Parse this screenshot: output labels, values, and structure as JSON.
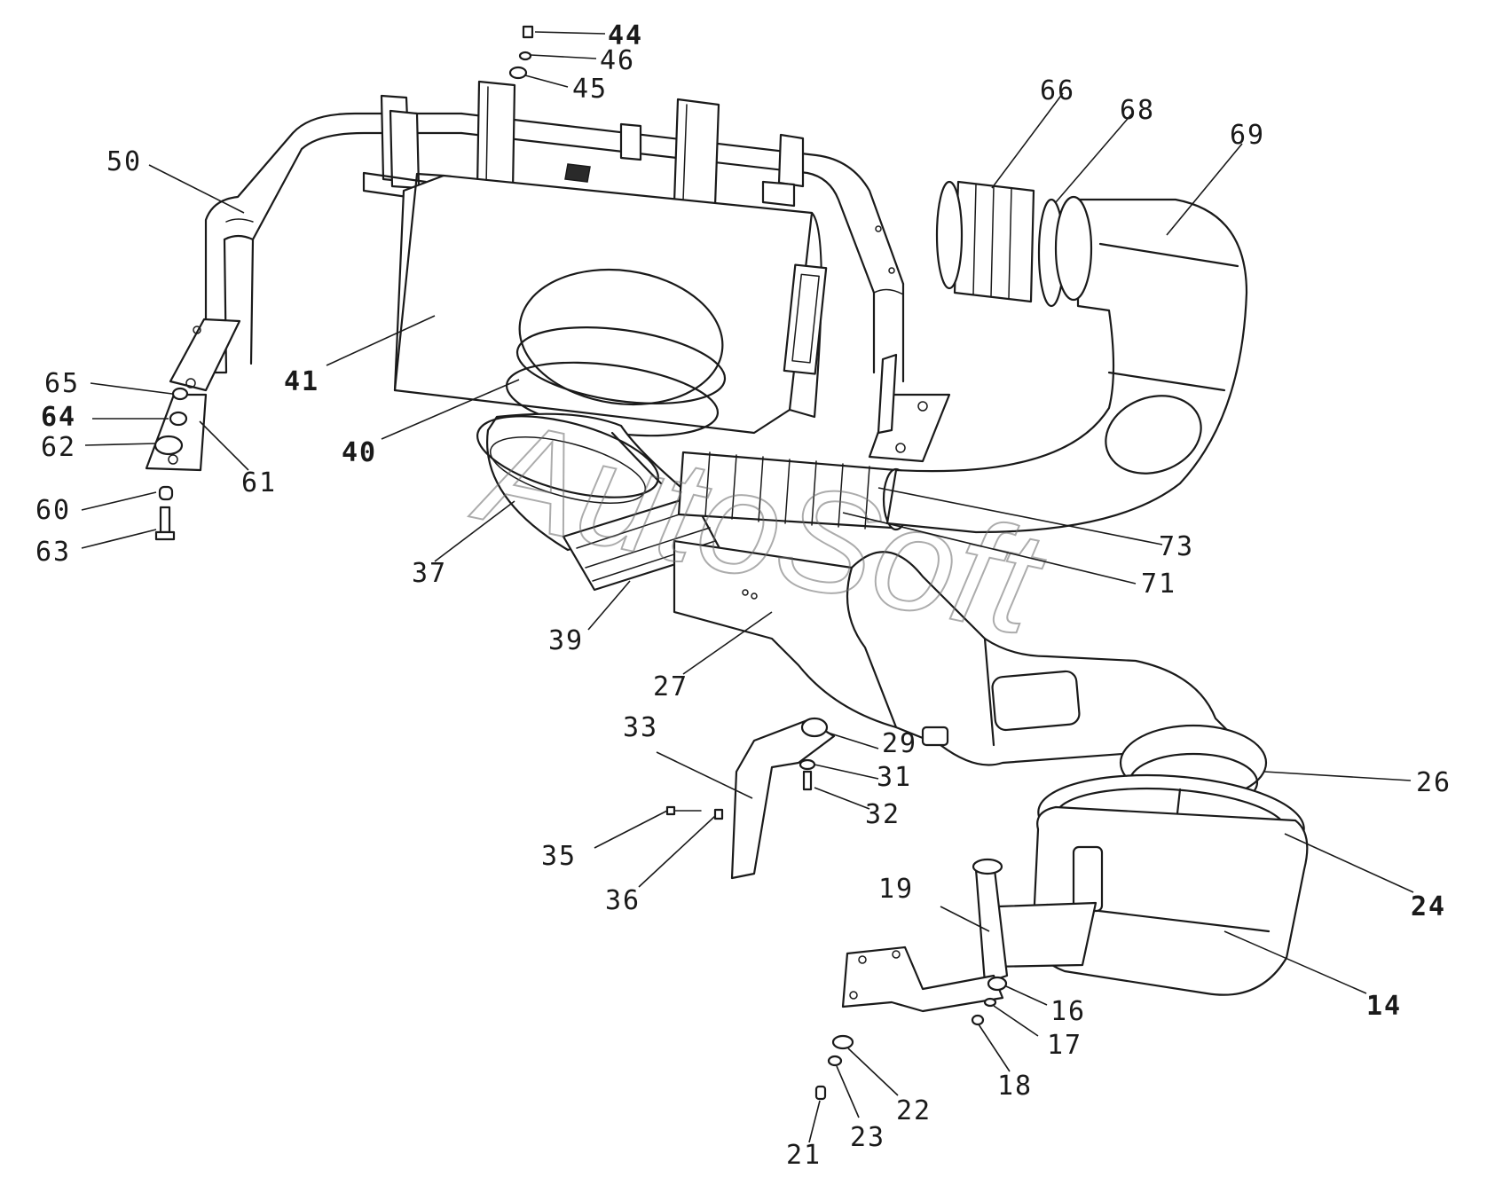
{
  "watermark": "AutoSoft",
  "callouts": [
    {
      "id": "44",
      "text": "44",
      "bold": true
    },
    {
      "id": "46",
      "text": "46"
    },
    {
      "id": "45",
      "text": "45"
    },
    {
      "id": "66",
      "text": "66"
    },
    {
      "id": "68",
      "text": "68"
    },
    {
      "id": "69",
      "text": "69"
    },
    {
      "id": "50",
      "text": "50"
    },
    {
      "id": "41",
      "text": "41",
      "bold": true
    },
    {
      "id": "65",
      "text": "65"
    },
    {
      "id": "64",
      "text": "64",
      "bold": true
    },
    {
      "id": "62",
      "text": "62"
    },
    {
      "id": "61",
      "text": "61"
    },
    {
      "id": "60",
      "text": "60"
    },
    {
      "id": "63",
      "text": "63"
    },
    {
      "id": "40",
      "text": "40",
      "bold": true
    },
    {
      "id": "37",
      "text": "37"
    },
    {
      "id": "73",
      "text": "73"
    },
    {
      "id": "71",
      "text": "71"
    },
    {
      "id": "39",
      "text": "39"
    },
    {
      "id": "27",
      "text": "27"
    },
    {
      "id": "33",
      "text": "33"
    },
    {
      "id": "29",
      "text": "29"
    },
    {
      "id": "31",
      "text": "31"
    },
    {
      "id": "32",
      "text": "32"
    },
    {
      "id": "26",
      "text": "26"
    },
    {
      "id": "35",
      "text": "35"
    },
    {
      "id": "36",
      "text": "36"
    },
    {
      "id": "24",
      "text": "24",
      "bold": true
    },
    {
      "id": "19",
      "text": "19"
    },
    {
      "id": "14",
      "text": "14",
      "bold": true
    },
    {
      "id": "16",
      "text": "16"
    },
    {
      "id": "17",
      "text": "17"
    },
    {
      "id": "18",
      "text": "18"
    },
    {
      "id": "22",
      "text": "22"
    },
    {
      "id": "23",
      "text": "23"
    },
    {
      "id": "21",
      "text": "21"
    }
  ]
}
